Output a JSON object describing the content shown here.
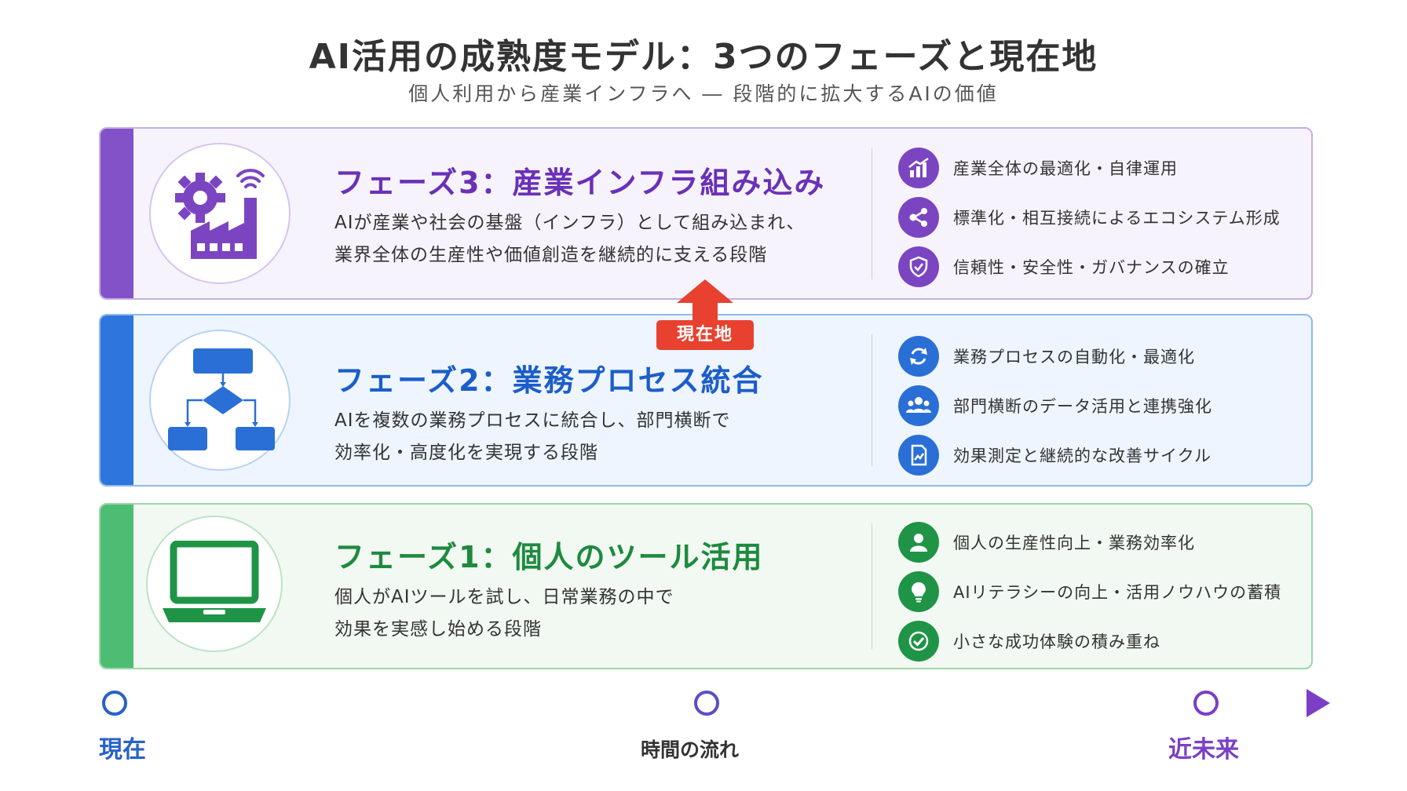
{
  "title": "AI活用の成熟度モデル：3つのフェーズと現在地",
  "subtitle": "個人利用から産業インフラへ ― 段階的に拡大するAIの価値",
  "phases": [
    {
      "title": "フェーズ3：産業インフラ組み込み",
      "desc_line1": "AIが産業や社会の基盤（インフラ）として組み込まれ、",
      "desc_line2": "業界全体の生産性や価値創造を継続的に支える段階",
      "main_icon": "factory-gear-icon",
      "features": [
        {
          "label": "産業全体の最適化・自律運用",
          "icon": "chart-icon"
        },
        {
          "label": "標準化・相互接続によるエコシステム形成",
          "icon": "network-icon"
        },
        {
          "label": "信頼性・安全性・ガバナンスの確立",
          "icon": "shield-check-icon"
        }
      ]
    },
    {
      "title": "フェーズ2：業務プロセス統合",
      "desc_line1": "AIを複数の業務プロセスに統合し、部門横断で",
      "desc_line2": "効率化・高度化を実現する段階",
      "main_icon": "flowchart-icon",
      "features": [
        {
          "label": "業務プロセスの自動化・最適化",
          "icon": "refresh-icon"
        },
        {
          "label": "部門横断のデータ活用と連携強化",
          "icon": "team-icon"
        },
        {
          "label": "効果測定と継続的な改善サイクル",
          "icon": "report-icon"
        }
      ]
    },
    {
      "title": "フェーズ1：個人のツール活用",
      "desc_line1": "個人がAIツールを試し、日常業務の中で",
      "desc_line2": "効果を実感し始める段階",
      "main_icon": "laptop-icon",
      "features": [
        {
          "label": "個人の生産性向上・業務効率化",
          "icon": "user-icon"
        },
        {
          "label": "AIリテラシーの向上・活用ノウハウの蓄積",
          "icon": "lightbulb-icon"
        },
        {
          "label": "小さな成功体験の積み重ね",
          "icon": "check-circle-icon"
        }
      ]
    }
  ],
  "current_marker": "現在地",
  "timeline": {
    "start": "現在",
    "middle": "時間の流れ",
    "end": "近未来"
  },
  "colors": {
    "phase3": "#8352c8",
    "phase2": "#2f75de",
    "phase1": "#4dbd73",
    "marker": "#e8412f"
  }
}
